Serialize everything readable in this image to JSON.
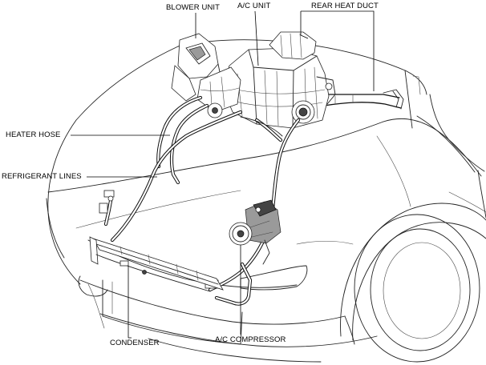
{
  "labels": {
    "blower_unit": "BLOWER UNIT",
    "ac_unit": "A/C UNIT",
    "rear_heat_duct": "REAR HEAT DUCT",
    "heater_hose": "HEATER HOSE",
    "refrigerant_lines": "REFRIGERANT LINES",
    "condenser": "CONDENSER",
    "ac_compressor": "A/C COMPRESSOR"
  }
}
